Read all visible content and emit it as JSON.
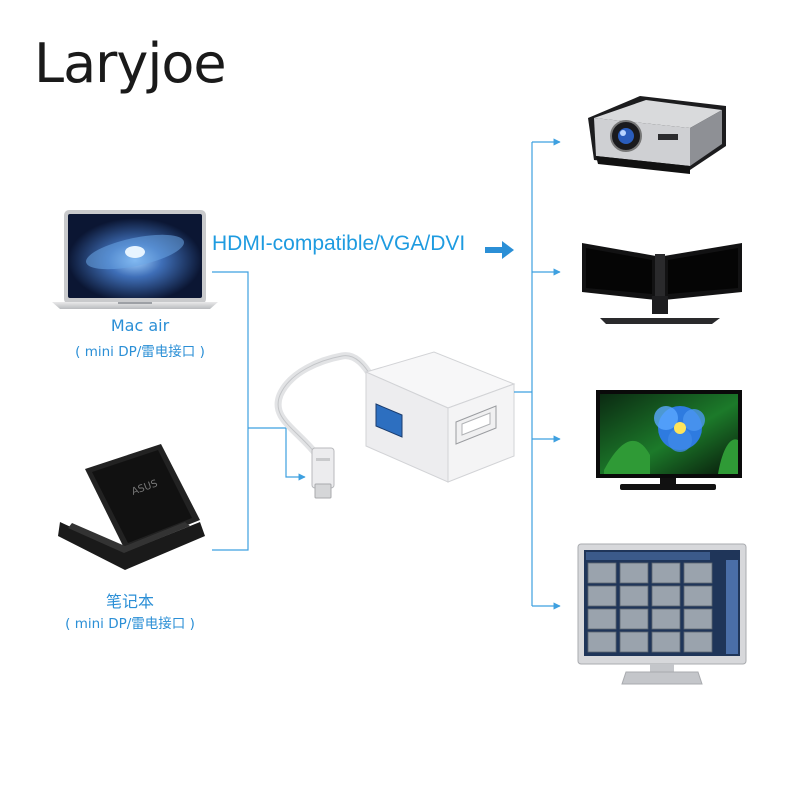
{
  "brand": "Laryjoe",
  "headline": "HDMI-compatible/VGA/DVI",
  "sources": [
    {
      "label": "Mac air",
      "sublabel": "( mini DP/雷电接口 )"
    },
    {
      "label": "笔记本",
      "sublabel": "( mini DP/雷电接口 )"
    }
  ],
  "outputs": [
    {
      "icon": "projector-icon"
    },
    {
      "icon": "dual-monitor-icon"
    },
    {
      "icon": "tv-icon"
    },
    {
      "icon": "surveillance-monitor-icon"
    }
  ],
  "colors": {
    "accent": "#1e9be0",
    "line": "#3ea0e0",
    "text": "#1a1a1a"
  }
}
